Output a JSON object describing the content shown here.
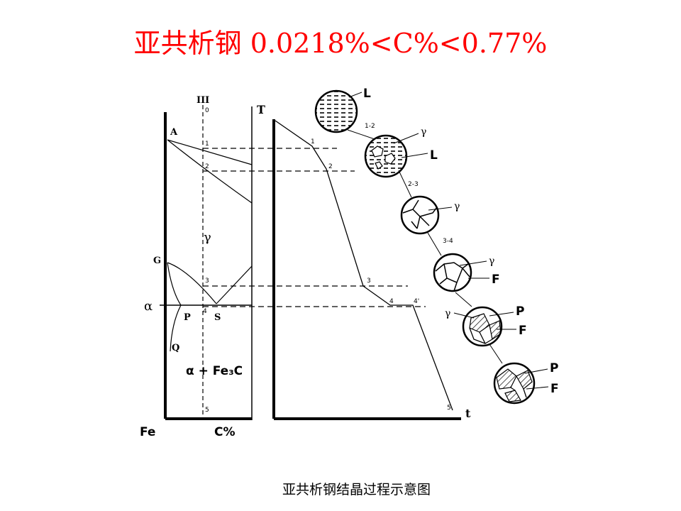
{
  "title": "亚共析钢 0.0218%<C%<0.77%",
  "caption": "亚共析钢结晶过程示意图",
  "phase_diagram": {
    "points": {
      "A": "A",
      "G": "G",
      "P": "P",
      "S": "S",
      "Q": "Q"
    },
    "alpha": "α",
    "gamma": "γ",
    "phase_region": "α + Fe₃C",
    "vertical_line_label": "III",
    "x_left_label": "Fe",
    "x_right_label": "C%",
    "ticks": [
      "0",
      "1",
      "2",
      "3",
      "4",
      "5"
    ]
  },
  "cooling_curve": {
    "y_label": "T",
    "x_label": "t",
    "ticks": [
      "1",
      "2",
      "3",
      "4",
      "4'",
      "5"
    ]
  },
  "microstructures": {
    "stage_labels": [
      "1-2",
      "2-3",
      "3-4"
    ],
    "phase_labels": {
      "L": "L",
      "gamma": "γ",
      "F": "F",
      "P": "P"
    }
  }
}
